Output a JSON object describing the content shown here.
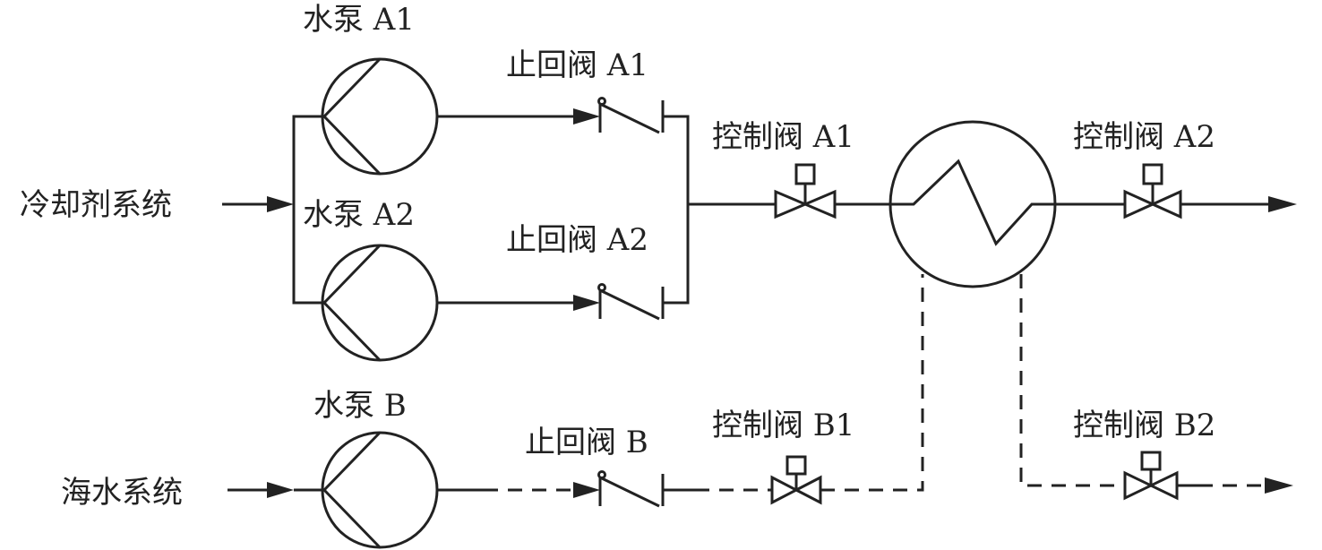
{
  "labels": {
    "pump_a1": "水泵 A1",
    "pump_a2": "水泵 A2",
    "pump_b": "水泵 B",
    "check_a1": "止回阀 A1",
    "check_a2": "止回阀 A2",
    "check_b": "止回阀 B",
    "ctrl_a1": "控制阀 A1",
    "ctrl_a2": "控制阀 A2",
    "ctrl_b1": "控制阀 B1",
    "ctrl_b2": "控制阀 B2",
    "coolant_system": "冷却剂系统",
    "seawater_system": "海水系统"
  },
  "colors": {
    "line": "#222222",
    "background": "#ffffff"
  }
}
